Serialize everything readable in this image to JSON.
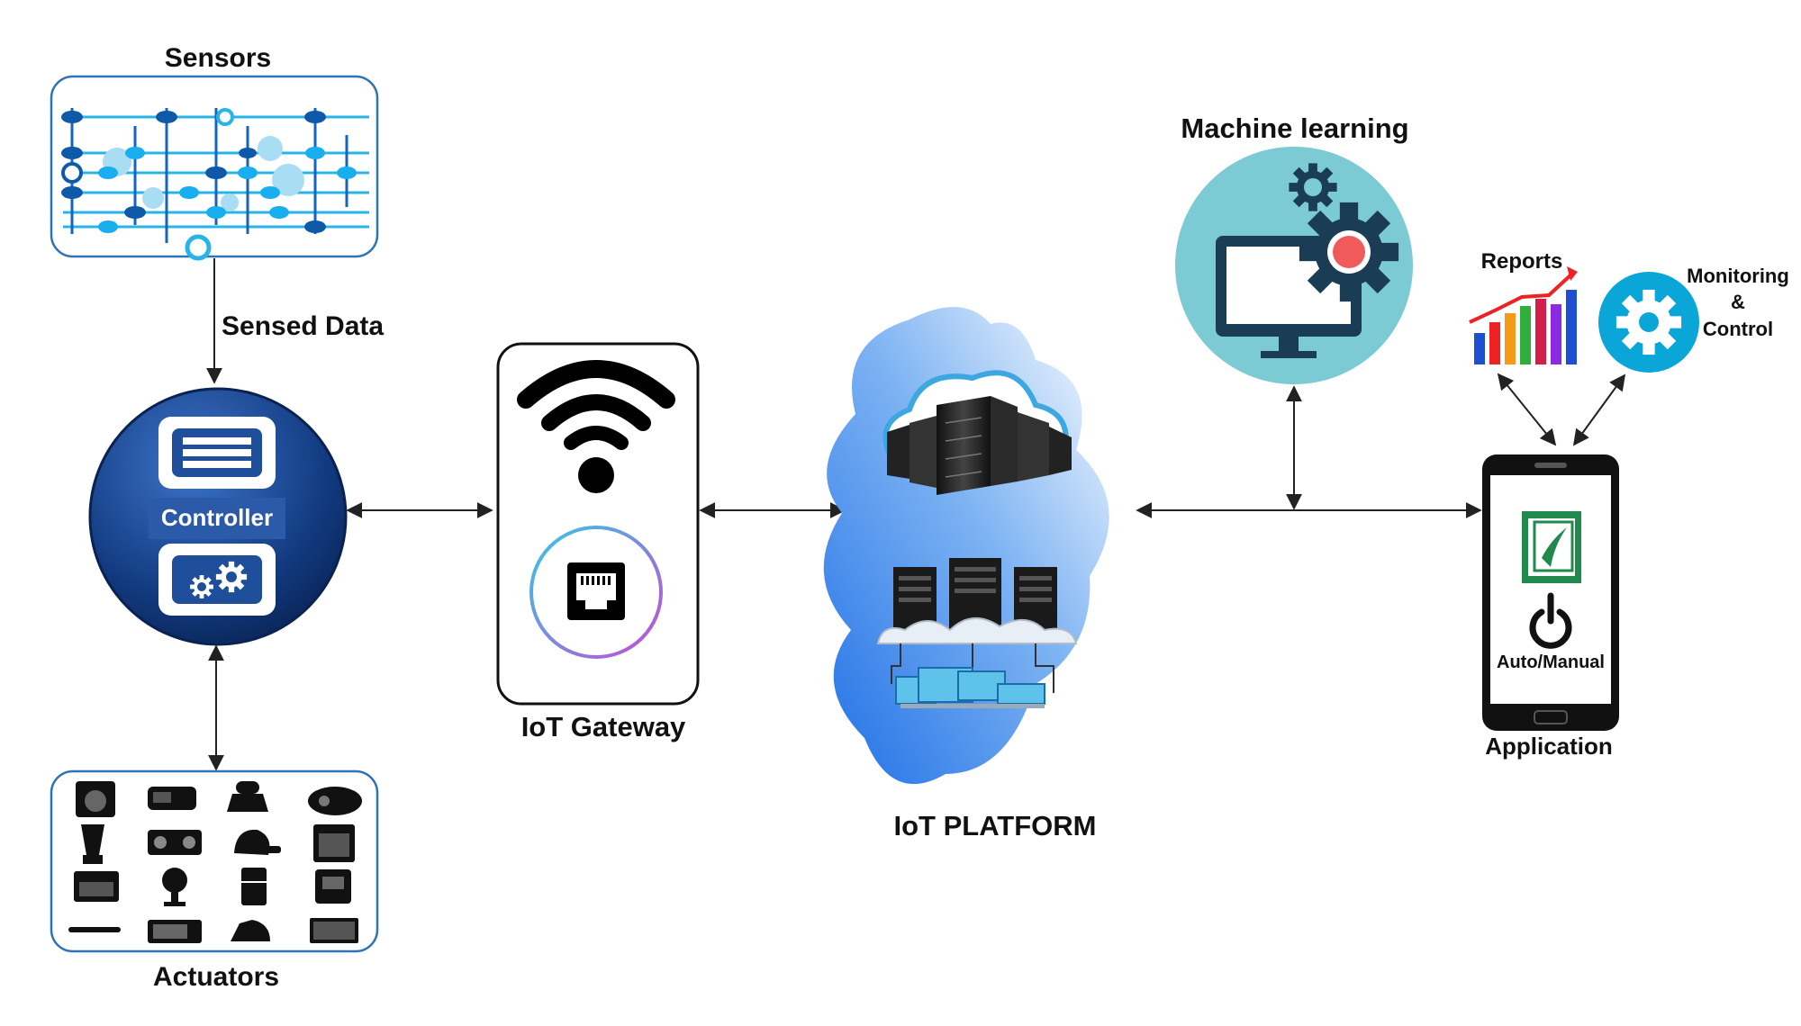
{
  "labels": {
    "sensors": "Sensors",
    "sensed_data": "Sensed Data",
    "controller": "Controller",
    "actuators": "Actuators",
    "iot_gateway": "IoT Gateway",
    "iot_platform": "IoT PLATFORM",
    "machine_learning": "Machine learning",
    "reports": "Reports",
    "monitoring_line1": "Monitoring",
    "monitoring_line2": "&",
    "monitoring_line3": "Control",
    "auto_manual": "Auto/Manual",
    "application": "Application"
  },
  "colors": {
    "controller_dark": "#0d2e6b",
    "controller_light": "#2a5fb5",
    "ml_circle": "#7ccad3",
    "gear_blue": "#0aa6d8",
    "cloud_blue": "#2f7fe8",
    "logo_green": "#1f8a4c",
    "arrow": "#222222"
  },
  "icons": {
    "sensors": "circuit-board-icon",
    "controller": "controller-icon",
    "gateway_wifi": "wifi-icon",
    "gateway_ethernet": "ethernet-icon",
    "platform": "cloud-server-icon",
    "ml": "monitor-gear-icon",
    "reports": "bar-chart-icon",
    "monitoring": "gear-icon",
    "app": "smartphone-icon",
    "power": "power-icon"
  }
}
